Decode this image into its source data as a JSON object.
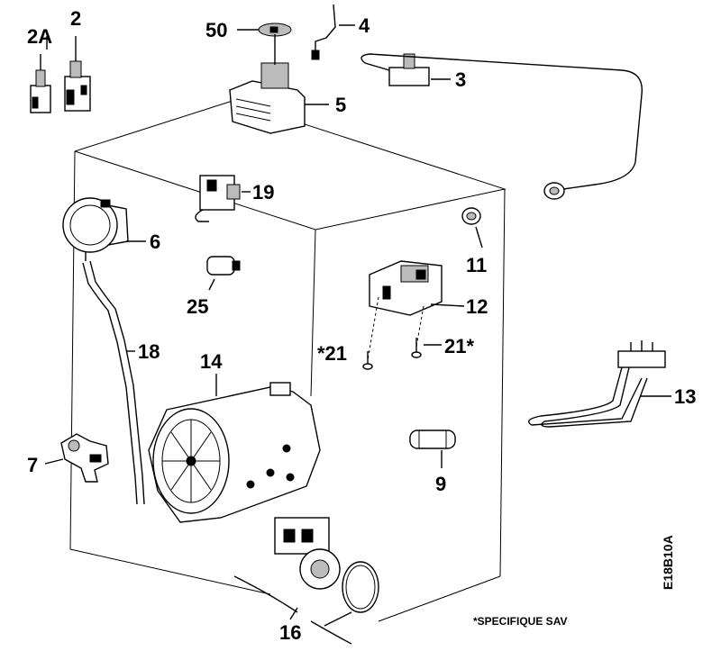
{
  "labels": {
    "p2a": "2A",
    "p2": "2",
    "p50": "50",
    "p4": "4",
    "p3": "3",
    "p5": "5",
    "p19": "19",
    "p6": "6",
    "p11": "11",
    "p25": "25",
    "p12": "12",
    "p18": "18",
    "p21a": "*21",
    "p21b": "21*",
    "p14": "14",
    "p13": "13",
    "p7": "7",
    "p9": "9",
    "p16": "16"
  },
  "footnote": "*SPECIFIQUE SAV",
  "drawing_ref": "E18B10A"
}
